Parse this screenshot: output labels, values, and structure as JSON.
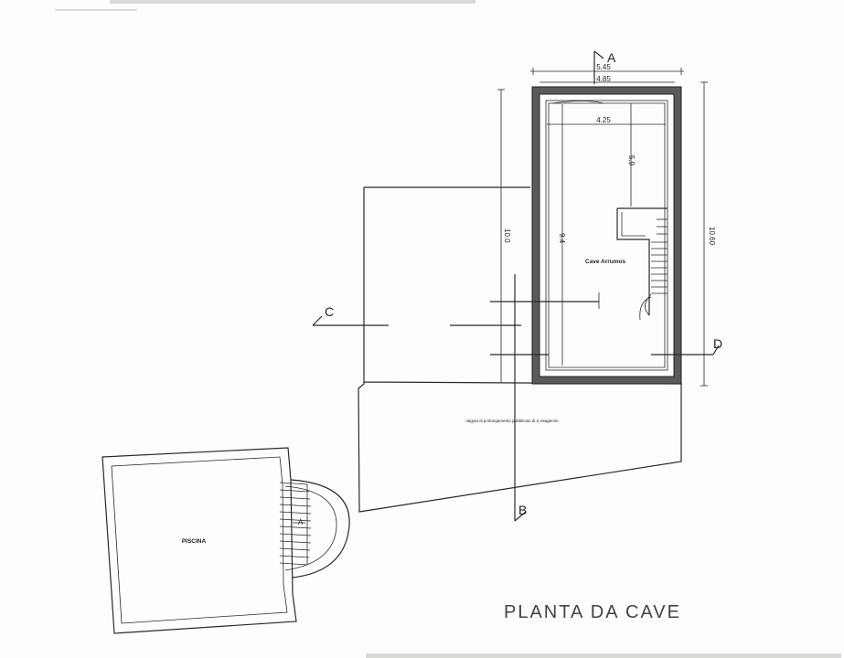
{
  "drawing": {
    "title": "PLANTA DA CAVE",
    "rooms": {
      "cellar": "Cave Arrumos",
      "pool": "PISCINA"
    },
    "note": "ralgula di prolungamento pubblicato di a visagenze",
    "sections": {
      "a": "A",
      "b": "B",
      "c": "C",
      "d": "D"
    },
    "dimensions": {
      "outer_width": "5.45",
      "mid_width": "4.85",
      "inner_width": "4.25",
      "inner_upper_height": "5.9",
      "inner_height": "9.4",
      "left_height": "10.0",
      "right_height": "10.60"
    },
    "stair_marker": "A"
  }
}
